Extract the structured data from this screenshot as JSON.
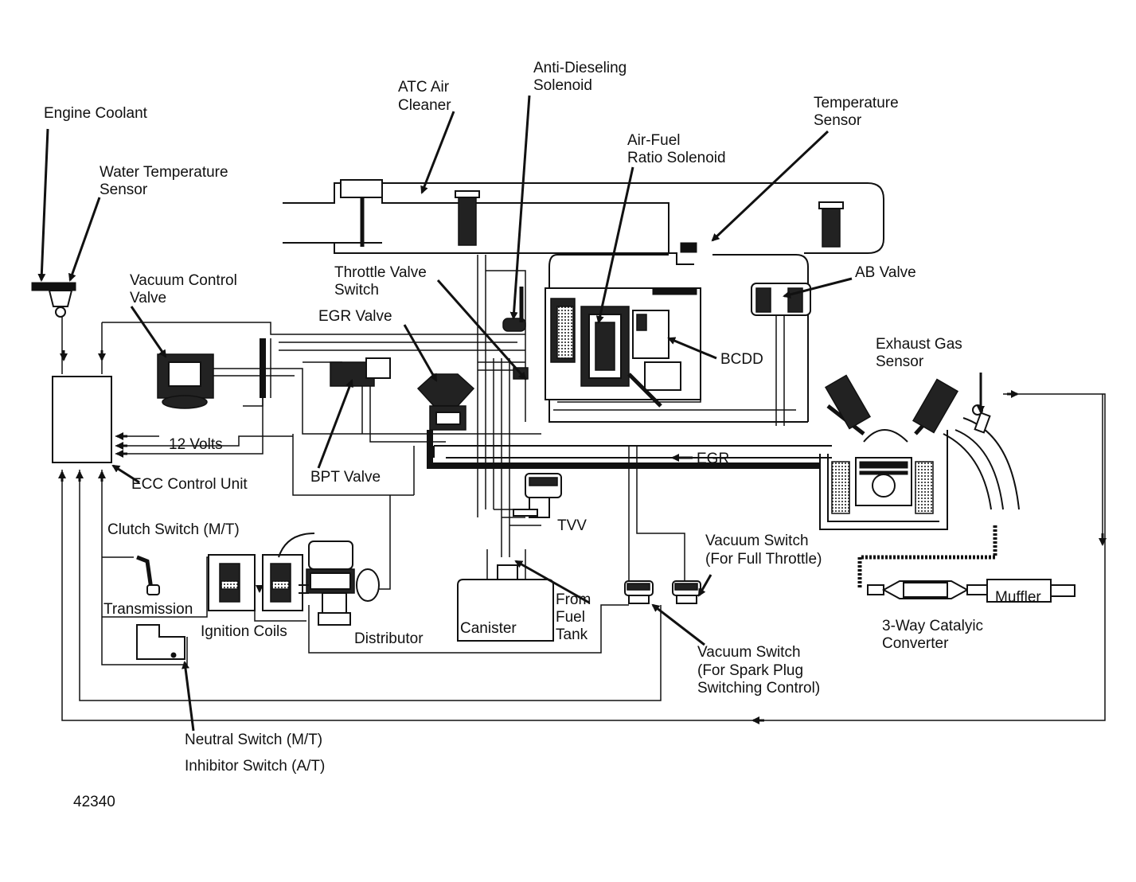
{
  "labels": {
    "engine_coolant": "Engine Coolant",
    "water_temp_sensor_1": "Water Temperature",
    "water_temp_sensor_2": "Sensor",
    "atc_air_cleaner_1": "ATC Air",
    "atc_air_cleaner_2": "Cleaner",
    "anti_dieseling_1": "Anti-Dieseling",
    "anti_dieseling_2": "Solenoid",
    "temperature_sensor_1": "Temperature",
    "temperature_sensor_2": "Sensor",
    "air_fuel_1": "Air-Fuel",
    "air_fuel_2": "Ratio Solenoid",
    "vacuum_control_1": "Vacuum Control",
    "vacuum_control_2": "Valve",
    "throttle_valve_1": "Throttle Valve",
    "throttle_valve_2": "Switch",
    "egr_valve": "EGR Valve",
    "ab_valve": "AB Valve",
    "bcdd": "BCDD",
    "exhaust_gas_1": "Exhaust Gas",
    "exhaust_gas_2": "Sensor",
    "twelve_volts": "12 Volts",
    "egr_flow": "EGR",
    "ecc_control_unit": "ECC Control Unit",
    "bpt_valve": "BPT Valve",
    "clutch_switch": "Clutch Switch (M/T)",
    "tvv": "TVV",
    "vacuum_switch_full_1": "Vacuum Switch",
    "vacuum_switch_full_2": "(For Full Throttle)",
    "transmission": "Transmission",
    "ignition_coils": "Ignition Coils",
    "distributor": "Distributor",
    "canister": "Canister",
    "from_fuel_1": "From",
    "from_fuel_2": "Fuel",
    "from_fuel_3": "Tank",
    "muffler": "Muffler",
    "catalytic_1": "3-Way Catalyic",
    "catalytic_2": "Converter",
    "vacuum_switch_spark_1": "Vacuum Switch",
    "vacuum_switch_spark_2": "(For Spark Plug",
    "vacuum_switch_spark_3": "Switching Control)",
    "neutral_switch": "Neutral Switch (M/T)",
    "inhibitor_switch": "Inhibitor Switch (A/T)",
    "figure_number": "42340"
  }
}
